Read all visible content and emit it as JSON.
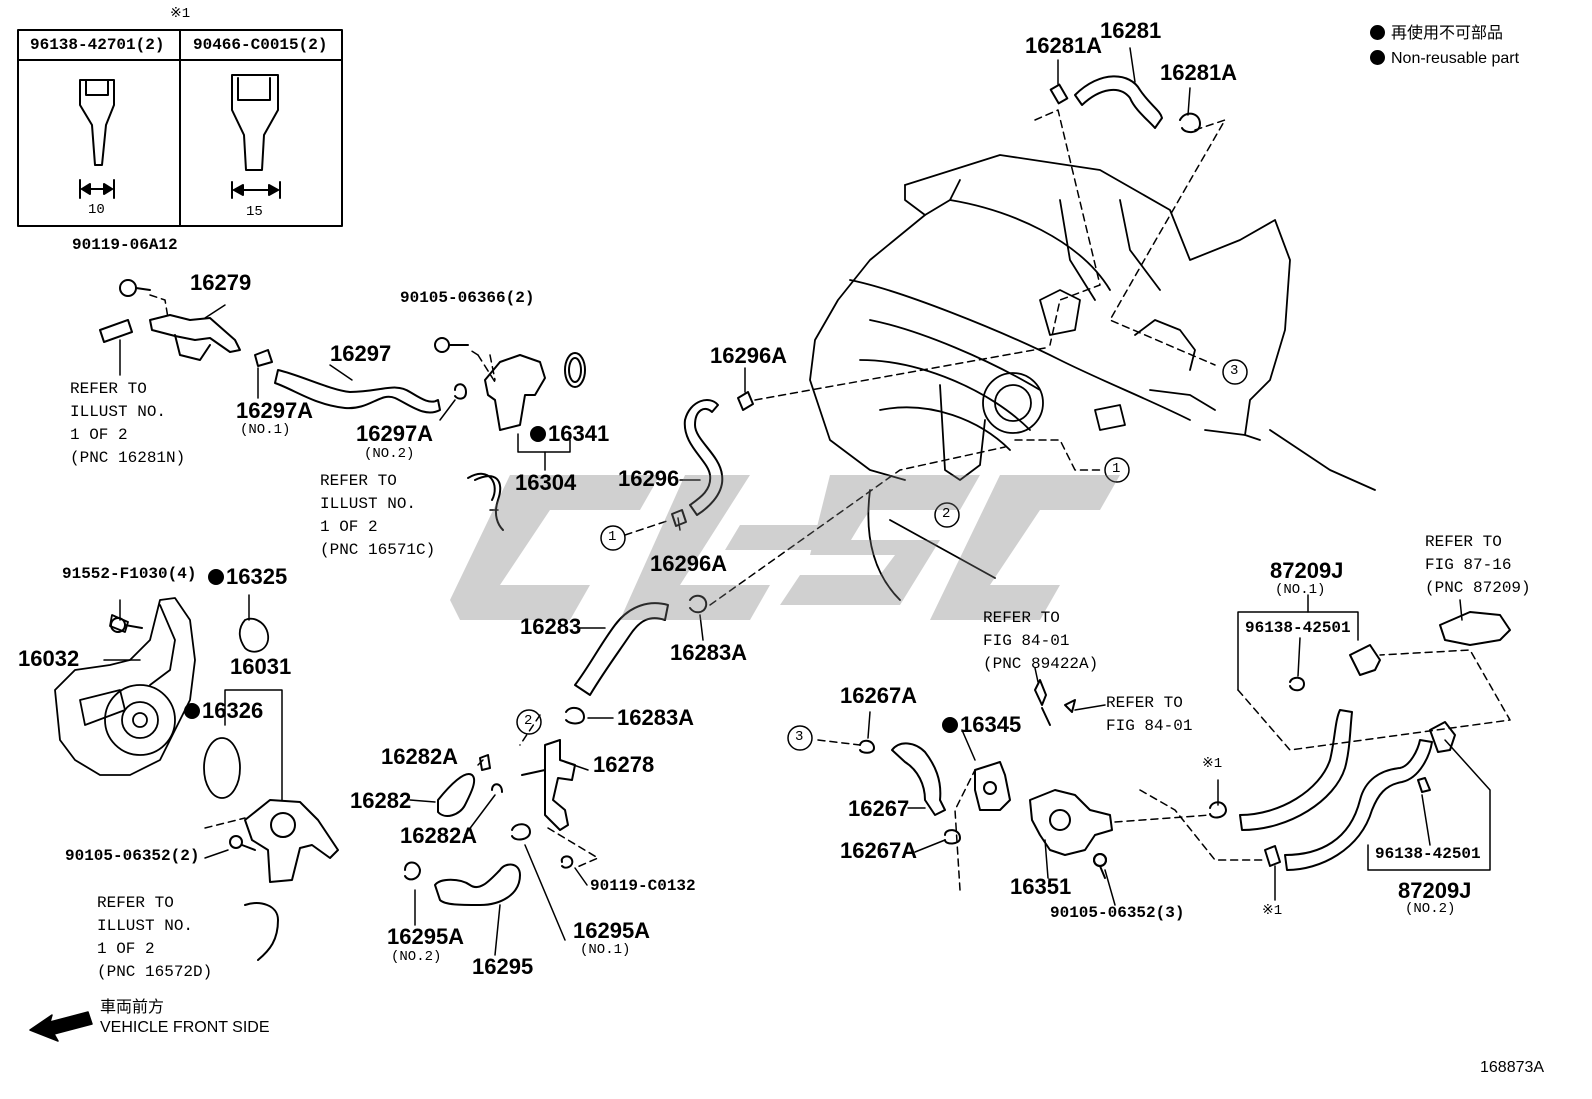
{
  "legend": {
    "jp": "再使用不可部品",
    "en": "Non-reusable part"
  },
  "table": {
    "mark": "※1",
    "col1": {
      "part": "96138-42701(2)",
      "dim": "10"
    },
    "col2": {
      "part": "90466-C0015(2)",
      "dim": "15"
    }
  },
  "parts": {
    "p90119_06A12": "90119-06A12",
    "p16279": "16279",
    "p16297": "16297",
    "p16297A_1": "16297A",
    "p16297A_1_sub": "(NO.1)",
    "p16297A_2": "16297A",
    "p16297A_2_sub": "(NO.2)",
    "p90105_06366": "90105-06366(2)",
    "p16341": "16341",
    "p16304": "16304",
    "p16296A_top": "16296A",
    "p16296": "16296",
    "p16296A_bot": "16296A",
    "p16281A_l": "16281A",
    "p16281": "16281",
    "p16281A_r": "16281A",
    "p91552": "91552-F1030(4)",
    "p16325": "16325",
    "p16032": "16032",
    "p16031": "16031",
    "p16326": "16326",
    "p90105_06352_2": "90105-06352(2)",
    "p16283": "16283",
    "p16283A_1": "16283A",
    "p16283A_2": "16283A",
    "p16282A_1": "16282A",
    "p16282": "16282",
    "p16282A_2": "16282A",
    "p16278": "16278",
    "p90119_C0132": "90119-C0132",
    "p16295A_2": "16295A",
    "p16295A_2_sub": "(NO.2)",
    "p16295": "16295",
    "p16295A_1": "16295A",
    "p16295A_1_sub": "(NO.1)",
    "p16267A_1": "16267A",
    "p16345": "16345",
    "p16267": "16267",
    "p16267A_2": "16267A",
    "p16351": "16351",
    "p90105_06352_3": "90105-06352(3)",
    "p87209J_1": "87209J",
    "p87209J_1_sub": "(NO.1)",
    "p96138_42501_1": "96138-42501",
    "p96138_42501_2": "96138-42501",
    "p87209J_2": "87209J",
    "p87209J_2_sub": "(NO.2)",
    "mark_1": "※1",
    "mark_2": "※1"
  },
  "notes": {
    "refer_16281N": "REFER TO\nILLUST NO.\n1 OF 2\n(PNC 16281N)",
    "refer_16571C": "REFER TO\nILLUST NO.\n1 OF 2\n(PNC 16571C)",
    "refer_16572D": "REFER TO\nILLUST NO.\n1 OF 2\n(PNC 16572D)",
    "refer_89422A": "REFER TO\nFIG 84-01\n(PNC 89422A)",
    "refer_84_01": "REFER TO\nFIG 84-01",
    "refer_87209": "REFER TO\nFIG 87-16\n(PNC 87209)"
  },
  "markers": {
    "c1": "1",
    "c2": "2",
    "c3": "3"
  },
  "direction": {
    "jp": "車両前方",
    "en": "VEHICLE FRONT SIDE"
  },
  "figure_id": "168873A"
}
